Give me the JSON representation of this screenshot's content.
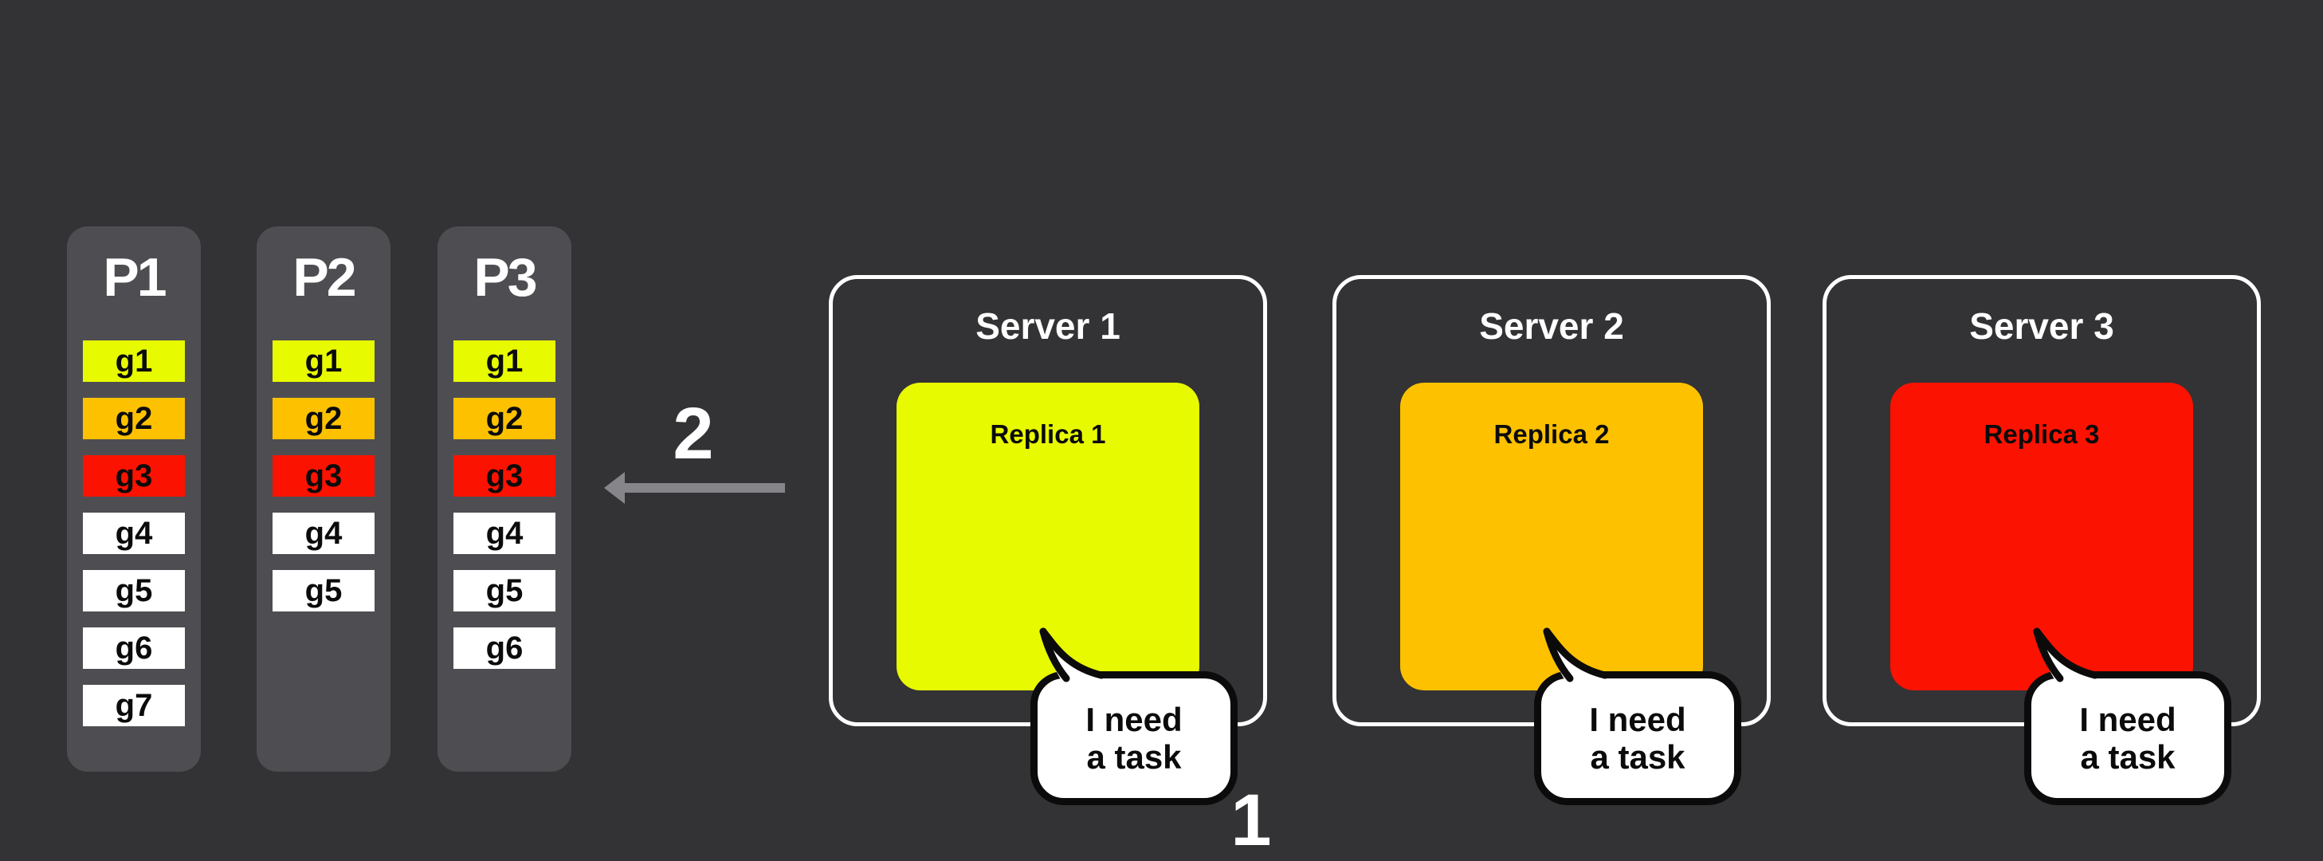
{
  "labels": {
    "step1": "1",
    "step2": "2"
  },
  "bubble": {
    "line1": "I need",
    "line2": "a task"
  },
  "colors": {
    "background": "#333234",
    "panel_gray": "#4E4E52",
    "yellow": "#E8FA00",
    "amber": "#FDC100",
    "red": "#FC1200",
    "white": "#FFFFFF",
    "arrow_gray": "#85858A"
  },
  "partitions": [
    {
      "title": "P1",
      "tasks": [
        {
          "label": "g1",
          "color": "#E8FA00"
        },
        {
          "label": "g2",
          "color": "#FDC100"
        },
        {
          "label": "g3",
          "color": "#FC1200"
        },
        {
          "label": "g4",
          "color": "#FFFFFF"
        },
        {
          "label": "g5",
          "color": "#FFFFFF"
        },
        {
          "label": "g6",
          "color": "#FFFFFF"
        },
        {
          "label": "g7",
          "color": "#FFFFFF"
        }
      ]
    },
    {
      "title": "P2",
      "tasks": [
        {
          "label": "g1",
          "color": "#E8FA00"
        },
        {
          "label": "g2",
          "color": "#FDC100"
        },
        {
          "label": "g3",
          "color": "#FC1200"
        },
        {
          "label": "g4",
          "color": "#FFFFFF"
        },
        {
          "label": "g5",
          "color": "#FFFFFF"
        }
      ]
    },
    {
      "title": "P3",
      "tasks": [
        {
          "label": "g1",
          "color": "#E8FA00"
        },
        {
          "label": "g2",
          "color": "#FDC100"
        },
        {
          "label": "g3",
          "color": "#FC1200"
        },
        {
          "label": "g4",
          "color": "#FFFFFF"
        },
        {
          "label": "g5",
          "color": "#FFFFFF"
        },
        {
          "label": "g6",
          "color": "#FFFFFF"
        }
      ]
    }
  ],
  "servers": [
    {
      "title": "Server 1",
      "replica": {
        "label": "Replica 1",
        "color": "#E8FA00"
      }
    },
    {
      "title": "Server 2",
      "replica": {
        "label": "Replica 2",
        "color": "#FDC100"
      }
    },
    {
      "title": "Server 3",
      "replica": {
        "label": "Replica 3",
        "color": "#FC1200"
      }
    }
  ]
}
